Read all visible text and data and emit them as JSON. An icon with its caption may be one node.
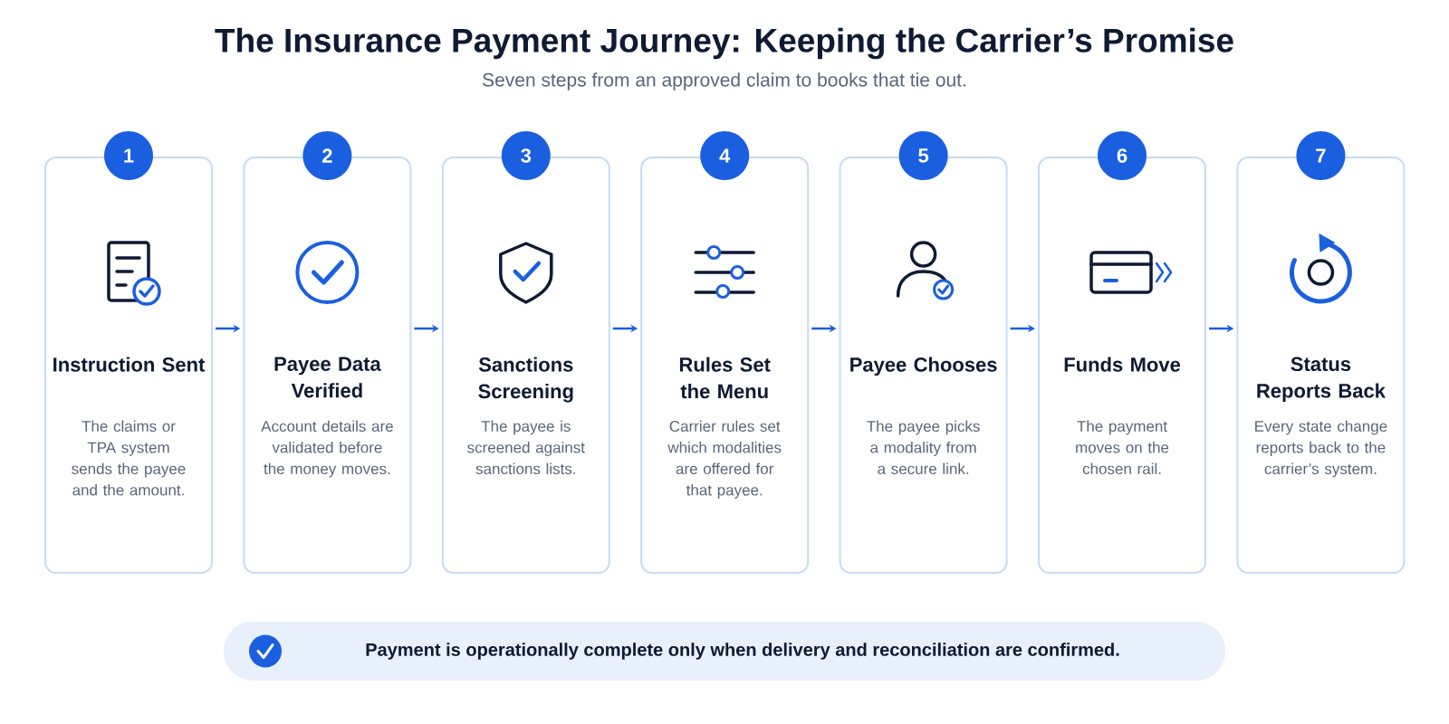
{
  "diagram": {
    "title": "The Insurance Payment Journey: Keeping the Carrier’s Promise",
    "caption": "Seven steps from an approved claim to books that tie out.",
    "nodes": [
      {
        "text": [
          "1",
          "Instruction Sent",
          "The claims or TPA system sends the payee and the amount."
        ]
      },
      {
        "text": [
          "2",
          "Payee Data Verified",
          "Account details are validated before the money moves."
        ]
      },
      {
        "text": [
          "3",
          "Sanctions Screening",
          "The payee is screened against sanctions lists."
        ]
      },
      {
        "text": [
          "4",
          "Rules Set the Menu",
          "Carrier rules set which modalities are offered for that payee."
        ]
      },
      {
        "text": [
          "5",
          "Payee Chooses",
          "The payee picks a modality from a secure link."
        ]
      },
      {
        "text": [
          "6",
          "Funds Move",
          "The payment moves on the chosen rail."
        ]
      },
      {
        "text": [
          "7",
          "Status Reports Back",
          "Every state change reports back to the carrier’s system."
        ]
      },
      {
        "text": [
          "Payment is operationally complete only when delivery and reconciliation are confirmed."
        ]
      }
    ],
    "edges": [
      {
        "from": 0,
        "to": 1,
        "arrow": "to"
      },
      {
        "from": 1,
        "to": 2,
        "arrow": "to"
      },
      {
        "from": 2,
        "to": 3,
        "arrow": "to"
      },
      {
        "from": 3,
        "to": 4,
        "arrow": "to"
      },
      {
        "from": 4,
        "to": 5,
        "arrow": "to"
      },
      {
        "from": 5,
        "to": 6,
        "arrow": "to"
      }
    ]
  }
}
